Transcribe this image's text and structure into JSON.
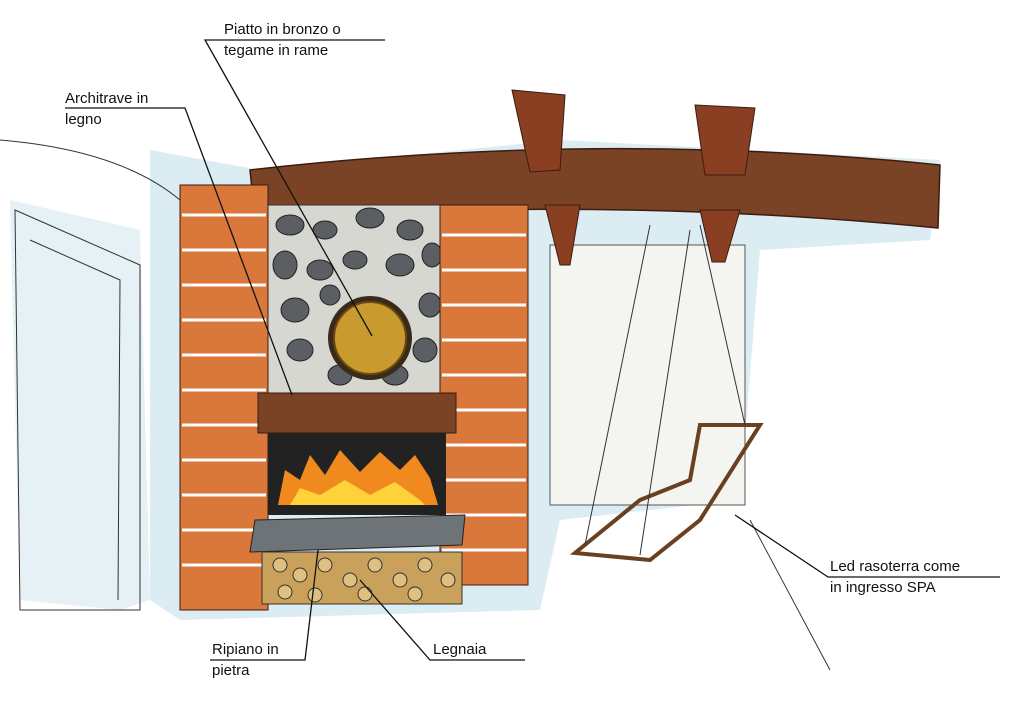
{
  "labels": {
    "plate": {
      "line1": "Piatto in bronzo o",
      "line2": "tegame in rame"
    },
    "lintel": {
      "line1": "Architrave in",
      "line2": "legno"
    },
    "led": {
      "line1": "Led rasoterra come",
      "line2": "in ingresso SPA"
    },
    "shelf": {
      "line1": "Ripiano in",
      "line2": "pietra"
    },
    "woodstore": {
      "line1": "Legnaia"
    }
  },
  "colors": {
    "wash": "#dcecf3",
    "beam": "#7a4326",
    "brick": "#d9783a",
    "stone": "#5b5f63",
    "plate": "#c99a2e",
    "fire": "#f08a1e",
    "shelf": "#6d7377",
    "ink": "#1a1a1a"
  }
}
